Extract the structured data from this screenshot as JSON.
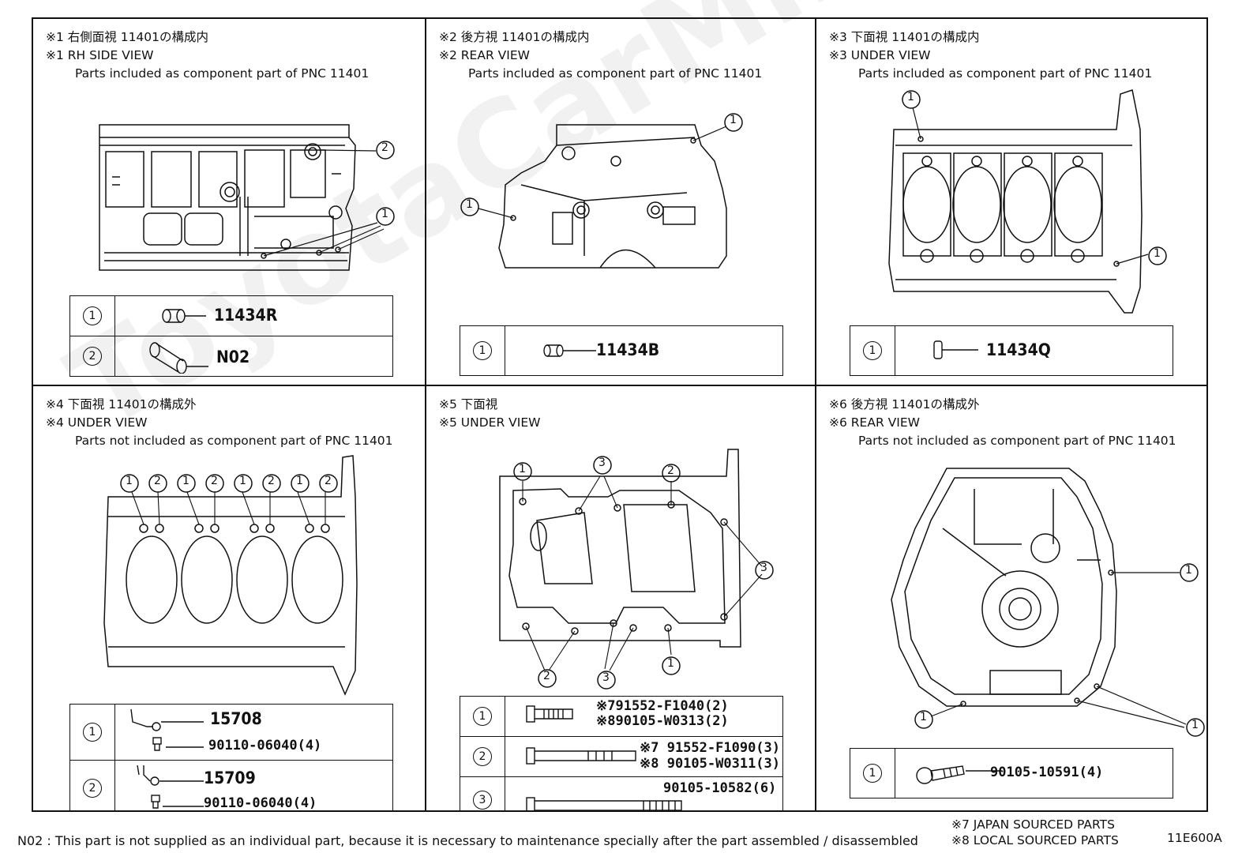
{
  "watermark": "ToyotaCarMiner.ru",
  "panels": [
    {
      "jp": "※1 右側面視 11401の構成内",
      "en": "※1 RH SIDE VIEW",
      "sub": "Parts included as component part of PNC 11401",
      "callouts": [
        "2",
        "1"
      ],
      "parts": [
        {
          "ref": "1",
          "numbers": [
            "11434R"
          ]
        },
        {
          "ref": "2",
          "numbers": [
            "N02"
          ]
        }
      ]
    },
    {
      "jp": "※2 後方視 11401の構成内",
      "en": "※2 REAR VIEW",
      "sub": "Parts included as component part of PNC 11401",
      "callouts": [
        "1",
        "1"
      ],
      "parts": [
        {
          "ref": "1",
          "numbers": [
            "11434B"
          ]
        }
      ]
    },
    {
      "jp": "※3 下面視 11401の構成内",
      "en": "※3 UNDER VIEW",
      "sub": "Parts included as component part of PNC 11401",
      "callouts": [
        "1",
        "1"
      ],
      "parts": [
        {
          "ref": "1",
          "numbers": [
            "11434Q"
          ]
        }
      ]
    },
    {
      "jp": "※4 下面視 11401の構成外",
      "en": "※4 UNDER VIEW",
      "sub": "Parts not included as component part of PNC 11401",
      "callouts": [
        "1",
        "2",
        "1",
        "2",
        "1",
        "2",
        "1",
        "2"
      ],
      "parts": [
        {
          "ref": "1",
          "numbers": [
            "15708",
            "90110-06040(4)"
          ]
        },
        {
          "ref": "2",
          "numbers": [
            "15709",
            "90110-06040(4)"
          ]
        }
      ]
    },
    {
      "jp": "※5 下面視",
      "en": "※5 UNDER VIEW",
      "sub": "",
      "callouts": [
        "1",
        "3",
        "2",
        "3",
        "2",
        "3",
        "1"
      ],
      "parts": [
        {
          "ref": "1",
          "numbers": [
            "※791552-F1040(2)",
            "※890105-W0313(2)"
          ]
        },
        {
          "ref": "2",
          "numbers": [
            "※7 91552-F1090(3)",
            "※8 90105-W0311(3)"
          ]
        },
        {
          "ref": "3",
          "numbers": [
            "90105-10582(6)"
          ]
        }
      ]
    },
    {
      "jp": "※6 後方視 11401の構成外",
      "en": "※6 REAR VIEW",
      "sub": "Parts not included as component part of PNC 11401",
      "callouts": [
        "1",
        "1",
        "1"
      ],
      "parts": [
        {
          "ref": "1",
          "numbers": [
            "90105-10591(4)"
          ]
        }
      ]
    }
  ],
  "footer": {
    "note": "N02 : This part is not supplied as an individual part, because it is necessary to maintenance specially after the part assembled / disassembled",
    "legend_japan": "※7  JAPAN SOURCED PARTS",
    "legend_local": "※8  LOCAL SOURCED PARTS",
    "code": "11E600A"
  }
}
